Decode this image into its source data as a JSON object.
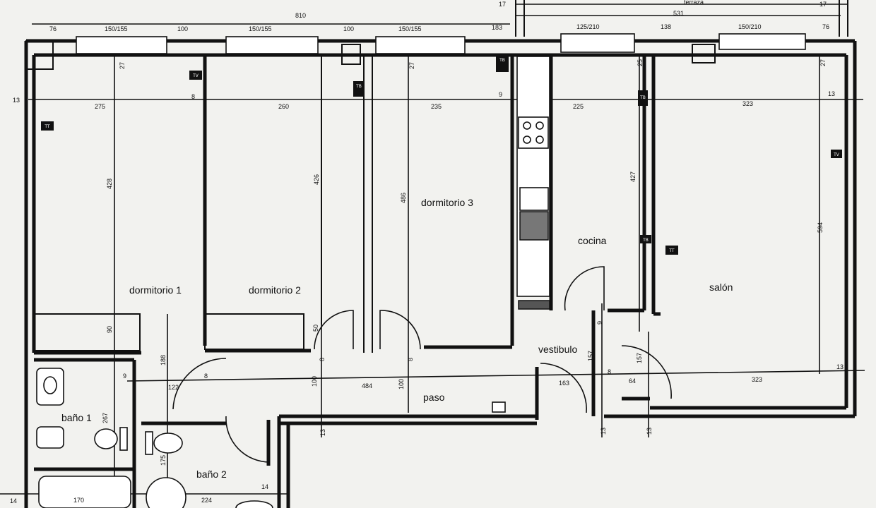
{
  "rooms": {
    "dormitorio_1": "dormitorio 1",
    "dormitorio_2": "dormitorio 2",
    "dormitorio_3": "dormitorio 3",
    "cocina": "cocina",
    "salon": "salón",
    "vestibulo": "vestibulo",
    "paso": "paso",
    "bano_1": "baño 1",
    "bano_2": "baño 2",
    "terraza": "terraza"
  },
  "dimensions": {
    "top_total": "810",
    "top_76a": "76",
    "top_w1": "150/155",
    "top_100a": "100",
    "top_w2": "150/155",
    "top_100b": "100",
    "top_w3": "150/155",
    "top_183": "183",
    "top_125": "125/210",
    "top_138": "138",
    "top_w5": "150/210",
    "top_76b": "76",
    "terraza_531": "531",
    "top_17a": "17",
    "top_17b": "17",
    "row_13a": "13",
    "row_275": "275",
    "row_8": "8",
    "row_260": "260",
    "row_235": "235",
    "row_9": "9",
    "row_225": "225",
    "row_323a": "323",
    "row_13b": "13",
    "v_27a": "27",
    "v_428": "428",
    "v_426": "426",
    "v_27b": "27",
    "v_486": "486",
    "v_25": "25",
    "v_427": "427",
    "v_27c": "27",
    "v_594": "594",
    "v_90": "90",
    "v_50": "50",
    "v_8a": "8",
    "v_8b": "8",
    "v_188": "188",
    "v_100a": "100",
    "v_100b": "100",
    "v_157a": "157",
    "v_157b": "157",
    "v_9": "9",
    "v_267": "267",
    "v_175": "175",
    "mid_9": "9",
    "mid_122": "122",
    "mid_8": "8",
    "mid_484": "484",
    "mid_163": "163",
    "mid_8b": "8",
    "mid_64": "64",
    "mid_323": "323",
    "mid_13": "13",
    "b_13a": "13",
    "b_13b": "13",
    "b_13c": "13",
    "bot_14a": "14",
    "bot_14b": "14",
    "bot_170": "170",
    "bot_224": "224"
  },
  "sockets": {
    "tv": "TV",
    "tt": "TT",
    "tb": "TB"
  }
}
